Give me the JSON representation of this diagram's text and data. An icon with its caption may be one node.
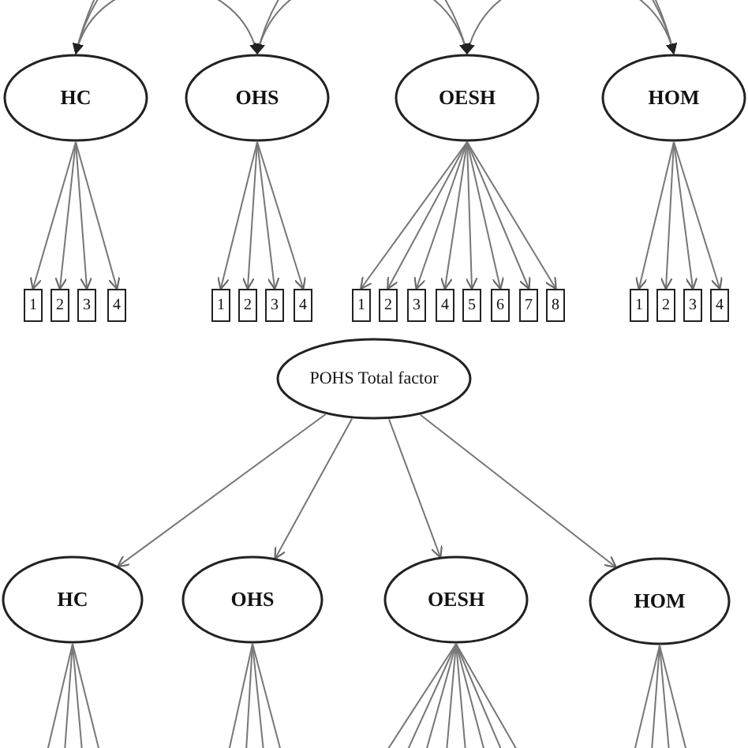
{
  "diagram": {
    "nodes": [
      {
        "text": [
          "HC"
        ]
      },
      {
        "text": [
          "OHS"
        ]
      },
      {
        "text": [
          "OESH"
        ]
      },
      {
        "text": [
          "HOM"
        ]
      },
      {
        "text": [
          "1"
        ]
      },
      {
        "text": [
          "2"
        ]
      },
      {
        "text": [
          "3"
        ]
      },
      {
        "text": [
          "4"
        ]
      },
      {
        "text": [
          "1"
        ]
      },
      {
        "text": [
          "2"
        ]
      },
      {
        "text": [
          "3"
        ]
      },
      {
        "text": [
          "4"
        ]
      },
      {
        "text": [
          "1"
        ]
      },
      {
        "text": [
          "2"
        ]
      },
      {
        "text": [
          "3"
        ]
      },
      {
        "text": [
          "4"
        ]
      },
      {
        "text": [
          "5"
        ]
      },
      {
        "text": [
          "6"
        ]
      },
      {
        "text": [
          "7"
        ]
      },
      {
        "text": [
          "8"
        ]
      },
      {
        "text": [
          "1"
        ]
      },
      {
        "text": [
          "2"
        ]
      },
      {
        "text": [
          "3"
        ]
      },
      {
        "text": [
          "4"
        ]
      },
      {
        "text": [
          "POHS Total factor"
        ]
      },
      {
        "text": [
          "HC"
        ]
      },
      {
        "text": [
          "OHS"
        ]
      },
      {
        "text": [
          "OESH"
        ]
      },
      {
        "text": [
          "HOM"
        ]
      }
    ],
    "edges": [
      {
        "from": 0,
        "to": 1,
        "arrow": "both"
      },
      {
        "from": 1,
        "to": 2,
        "arrow": "both"
      },
      {
        "from": 2,
        "to": 3,
        "arrow": "both"
      },
      {
        "from": 0,
        "to": 2,
        "arrow": "both"
      },
      {
        "from": 1,
        "to": 3,
        "arrow": "both"
      },
      {
        "from": 0,
        "to": 3,
        "arrow": "both"
      },
      {
        "from": 0,
        "to": 4,
        "arrow": "to"
      },
      {
        "from": 0,
        "to": 5,
        "arrow": "to"
      },
      {
        "from": 0,
        "to": 6,
        "arrow": "to"
      },
      {
        "from": 0,
        "to": 7,
        "arrow": "to"
      },
      {
        "from": 1,
        "to": 8,
        "arrow": "to"
      },
      {
        "from": 1,
        "to": 9,
        "arrow": "to"
      },
      {
        "from": 1,
        "to": 10,
        "arrow": "to"
      },
      {
        "from": 1,
        "to": 11,
        "arrow": "to"
      },
      {
        "from": 2,
        "to": 12,
        "arrow": "to"
      },
      {
        "from": 2,
        "to": 13,
        "arrow": "to"
      },
      {
        "from": 2,
        "to": 14,
        "arrow": "to"
      },
      {
        "from": 2,
        "to": 15,
        "arrow": "to"
      },
      {
        "from": 2,
        "to": 16,
        "arrow": "to"
      },
      {
        "from": 2,
        "to": 17,
        "arrow": "to"
      },
      {
        "from": 2,
        "to": 18,
        "arrow": "to"
      },
      {
        "from": 2,
        "to": 19,
        "arrow": "to"
      },
      {
        "from": 3,
        "to": 20,
        "arrow": "to"
      },
      {
        "from": 3,
        "to": 21,
        "arrow": "to"
      },
      {
        "from": 3,
        "to": 22,
        "arrow": "to"
      },
      {
        "from": 3,
        "to": 23,
        "arrow": "to"
      },
      {
        "from": 24,
        "to": 25,
        "arrow": "to"
      },
      {
        "from": 24,
        "to": 26,
        "arrow": "to"
      },
      {
        "from": 24,
        "to": 27,
        "arrow": "to"
      },
      {
        "from": 24,
        "to": 28,
        "arrow": "to"
      },
      {
        "from": 25,
        "to": null,
        "arrow": "none"
      },
      {
        "from": 25,
        "to": null,
        "arrow": "none"
      },
      {
        "from": 25,
        "to": null,
        "arrow": "none"
      },
      {
        "from": 25,
        "to": null,
        "arrow": "none"
      },
      {
        "from": 26,
        "to": null,
        "arrow": "none"
      },
      {
        "from": 26,
        "to": null,
        "arrow": "none"
      },
      {
        "from": 26,
        "to": null,
        "arrow": "none"
      },
      {
        "from": 26,
        "to": null,
        "arrow": "none"
      },
      {
        "from": 27,
        "to": null,
        "arrow": "none"
      },
      {
        "from": 27,
        "to": null,
        "arrow": "none"
      },
      {
        "from": 27,
        "to": null,
        "arrow": "none"
      },
      {
        "from": 27,
        "to": null,
        "arrow": "none"
      },
      {
        "from": 27,
        "to": null,
        "arrow": "none"
      },
      {
        "from": 27,
        "to": null,
        "arrow": "none"
      },
      {
        "from": 27,
        "to": null,
        "arrow": "none"
      },
      {
        "from": 27,
        "to": null,
        "arrow": "none"
      },
      {
        "from": 28,
        "to": null,
        "arrow": "none"
      },
      {
        "from": 28,
        "to": null,
        "arrow": "none"
      },
      {
        "from": 28,
        "to": null,
        "arrow": "none"
      },
      {
        "from": 28,
        "to": null,
        "arrow": "none"
      }
    ]
  }
}
